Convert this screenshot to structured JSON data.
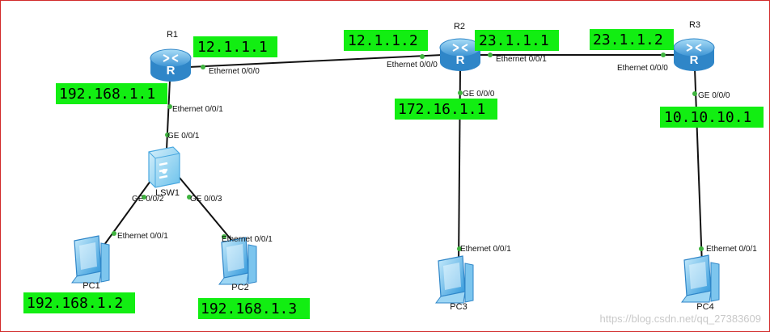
{
  "colors": {
    "ip_highlight": "#12ee12",
    "router": "#4aa8e0",
    "switch": "#8fd3f2",
    "pc": "#5ab6ea",
    "port": "#3fb33f",
    "border": "#d22a2a"
  },
  "devices": {
    "r1": {
      "name": "R1",
      "icon": "router-icon"
    },
    "r2": {
      "name": "R2",
      "icon": "router-icon"
    },
    "r3": {
      "name": "R3",
      "icon": "router-icon"
    },
    "lsw1": {
      "name": "LSW1",
      "icon": "switch-icon"
    },
    "pc1": {
      "name": "PC1",
      "icon": "pc-icon"
    },
    "pc2": {
      "name": "PC2",
      "icon": "pc-icon"
    },
    "pc3": {
      "name": "PC3",
      "icon": "pc-icon"
    },
    "pc4": {
      "name": "PC4",
      "icon": "pc-icon"
    }
  },
  "ports": {
    "r1_e000": "Ethernet 0/0/0",
    "r1_e001": "Ethernet 0/0/1",
    "lsw1_ge001": "GE 0/0/1",
    "lsw1_ge002": "GE 0/0/2",
    "lsw1_ge003": "GE 0/0/3",
    "pc1_e001": "Ethernet 0/0/1",
    "pc2_e001": "Ethernet 0/0/1",
    "r2_e000": "Ethernet 0/0/0",
    "r2_e001": "Ethernet 0/0/1",
    "r2_ge000": "GE 0/0/0",
    "pc3_e001": "Ethernet 0/0/1",
    "r3_e000": "Ethernet 0/0/0",
    "r3_ge000": "GE 0/0/0",
    "pc4_e001": "Ethernet 0/0/1"
  },
  "ips": {
    "r1_wan": "12.1.1.1",
    "r1_lan": "192.168.1.1",
    "r2_r1": "12.1.1.2",
    "r2_r3": "23.1.1.1",
    "r2_lan": "172.16.1.1",
    "r3_r2": "23.1.1.2",
    "r3_lan": "10.10.10.1",
    "pc1": "192.168.1.2",
    "pc2": "192.168.1.3"
  },
  "watermark": "https://blog.csdn.net/qq_27383609"
}
